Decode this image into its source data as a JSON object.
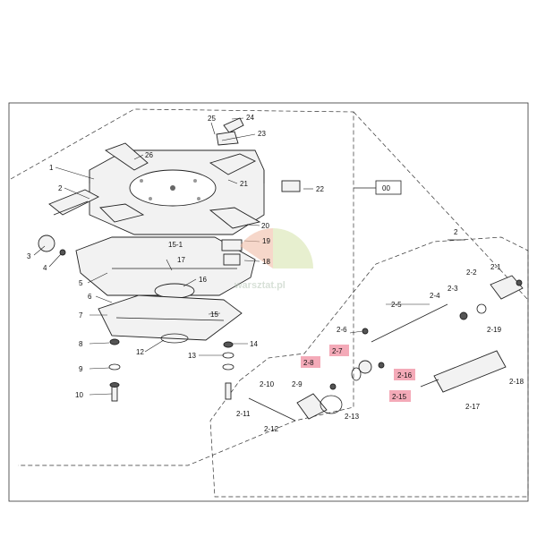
{
  "watermark": "warsztat.pl",
  "group_box_label": "00",
  "assembly_label": "2",
  "callouts": {
    "c1": "1",
    "c2": "2",
    "c3": "3",
    "c4": "4",
    "c5": "5",
    "c6": "6",
    "c7": "7",
    "c8": "8",
    "c9": "9",
    "c10": "10",
    "c12": "12",
    "c13": "13",
    "c14": "14",
    "c15": "15",
    "c15_1": "15-1",
    "c16": "16",
    "c17": "17",
    "c18": "18",
    "c19": "19",
    "c20": "20",
    "c21": "21",
    "c22": "22",
    "c23": "23",
    "c24": "24",
    "c25": "25",
    "c26": "26",
    "s2_1": "2-1",
    "s2_2": "2-2",
    "s2_3": "2-3",
    "s2_4": "2-4",
    "s2_5": "2-5",
    "s2_6": "2-6",
    "s2_7": "2-7",
    "s2_8": "2-8",
    "s2_9": "2-9",
    "s2_10": "2-10",
    "s2_11": "2-11",
    "s2_12": "2-12",
    "s2_13": "2-13",
    "s2_15": "2-15",
    "s2_16": "2-16",
    "s2_17": "2-17",
    "s2_18": "2-18",
    "s2_19": "2-19"
  },
  "colors": {
    "highlight": "#f4aab8",
    "line": "#222222",
    "watermark": "#b8c8b8"
  }
}
